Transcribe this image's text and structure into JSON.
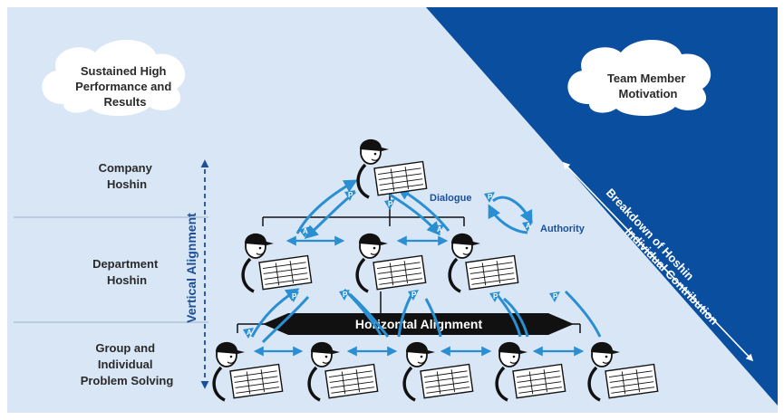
{
  "clouds": {
    "left": {
      "lines": [
        "Sustained High",
        "Performance and",
        "Results"
      ]
    },
    "right": {
      "lines": [
        "Team Member",
        "Motivation"
      ]
    }
  },
  "levels": {
    "company": {
      "lines": [
        "Company",
        "Hoshin"
      ]
    },
    "department": {
      "lines": [
        "Department",
        "Hoshin"
      ]
    },
    "group": {
      "lines": [
        "Group and",
        "Individual",
        "Problem Solving"
      ]
    }
  },
  "axes": {
    "vertical": "Vertical Alignment",
    "horizontal": "Horizontal Alignment",
    "breakdown": "Breakdown of Hoshin",
    "contribution": "Individual Contribution"
  },
  "legend": {
    "dialogue": "Dialogue",
    "authority": "Authority",
    "p_marker": "P",
    "a_marker": "A"
  },
  "colors": {
    "background_light": "#d9e6f5",
    "background_dark": "#0a4ea0",
    "arrow_blue": "#2a8fd2",
    "label_blue": "#1a4f9a",
    "text_dark": "#2a2a2a"
  }
}
